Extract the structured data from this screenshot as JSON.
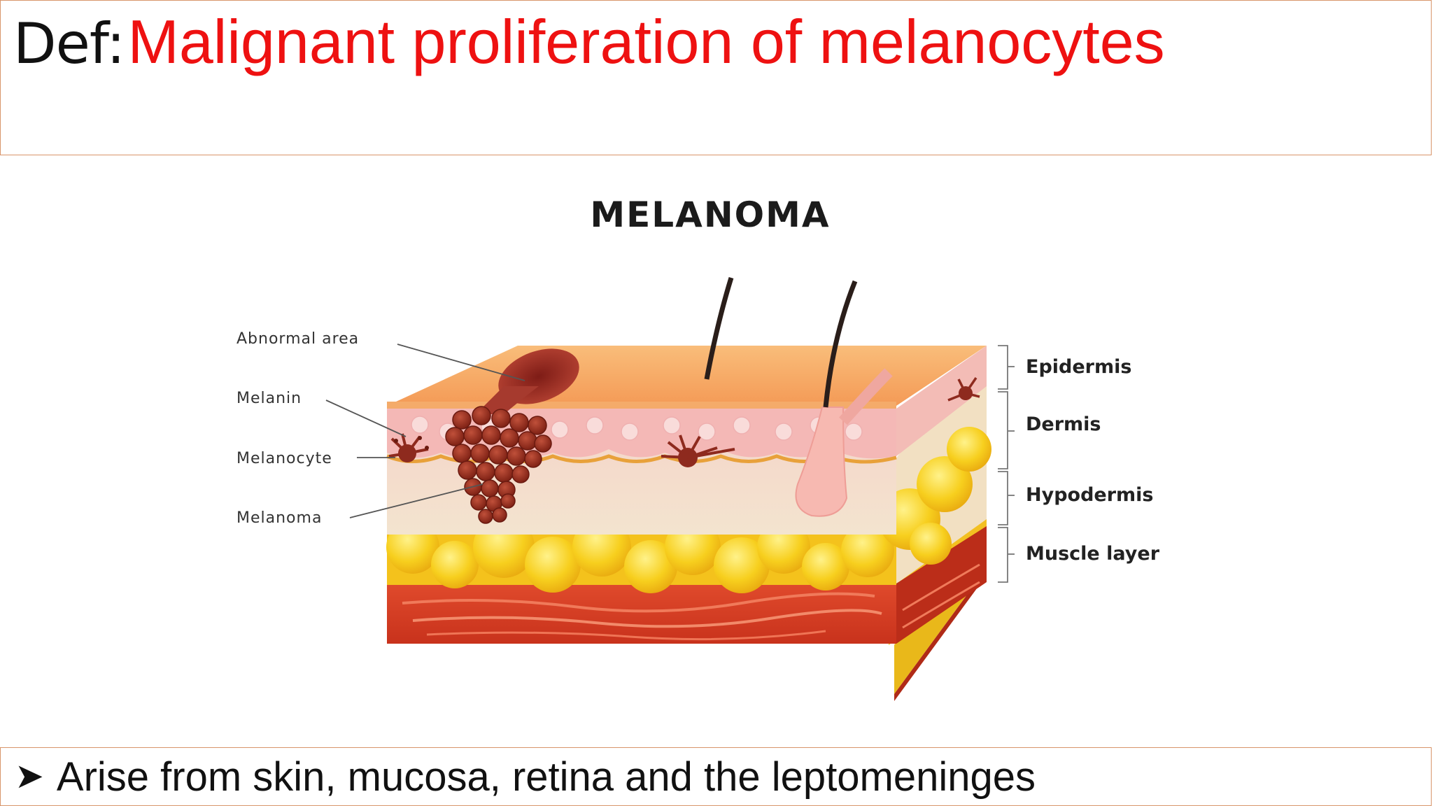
{
  "slide": {
    "def_prefix": "Def:",
    "definition": "Malignant proliferation of melanocytes",
    "bullet": "Arise from skin, mucosa, retina and the leptomeninges"
  },
  "diagram": {
    "title": "MELANOMA",
    "left_labels": {
      "abnormal_area": "Abnormal area",
      "melanin": "Melanin",
      "melanocyte": "Melanocyte",
      "melanoma": "Melanoma"
    },
    "right_labels": {
      "epidermis": "Epidermis",
      "dermis": "Dermis",
      "hypodermis": "Hypodermis",
      "muscle": "Muscle layer"
    }
  },
  "colors": {
    "definition": "#ee1111",
    "border": "#d8956a",
    "muscle": "#d9432a",
    "fat": "#f5c419",
    "skin_top": "#f7a35c",
    "dermis": "#f5c6c6",
    "tumor": "#9a2a1c"
  }
}
